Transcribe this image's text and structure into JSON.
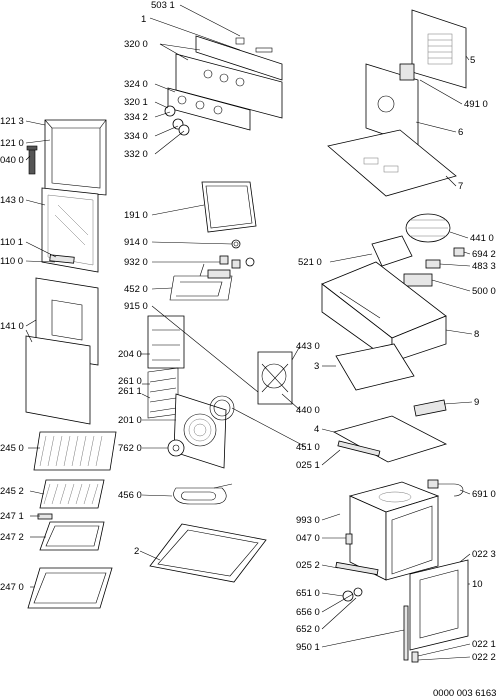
{
  "labels": {
    "l_5031": "503 1",
    "l_1": "1",
    "l_3200": "320 0",
    "l_3240": "324 0",
    "l_3201": "320 1",
    "l_3342": "334 2",
    "l_3340": "334 0",
    "l_3320": "332 0",
    "l_1213": "121 3",
    "l_1210": "121 0",
    "l_0400": "040 0",
    "l_1430": "143 0",
    "l_1101": "110 1",
    "l_1100": "110 0",
    "l_1410": "141 0",
    "l_1910": "191 0",
    "l_9140": "914 0",
    "l_9320": "932 0",
    "l_4520": "452 0",
    "l_9150": "915 0",
    "l_2040": "204 0",
    "l_2610": "261 0",
    "l_2611": "261 1",
    "l_2010": "201 0",
    "l_7620": "762 0",
    "l_4560": "456 0",
    "l_2": "2",
    "l_2450": "245 0",
    "l_2452": "245 2",
    "l_2471": "247 1",
    "l_2472": "247 2",
    "l_2470": "247 0",
    "l_5": "5",
    "l_4910": "491 0",
    "l_6": "6",
    "l_7": "7",
    "l_4410": "441 0",
    "l_6942": "694 2",
    "l_4833": "483 3",
    "l_5210": "521 0",
    "l_5000": "500 0",
    "l_8": "8",
    "l_4430": "443 0",
    "l_3": "3",
    "l_4400": "440 0",
    "l_4510": "451 0",
    "l_9": "9",
    "l_4": "4",
    "l_0251": "025 1",
    "l_6910": "691 0",
    "l_9930": "993 0",
    "l_0470": "047 0",
    "l_0252": "025 2",
    "l_0223": "022 3",
    "l_10": "10",
    "l_6510": "651 0",
    "l_6560": "656 0",
    "l_6520": "652 0",
    "l_9501": "950 1",
    "l_0221": "022 1",
    "l_0222": "022 2"
  },
  "footer": {
    "code": "0000 003 6163"
  }
}
